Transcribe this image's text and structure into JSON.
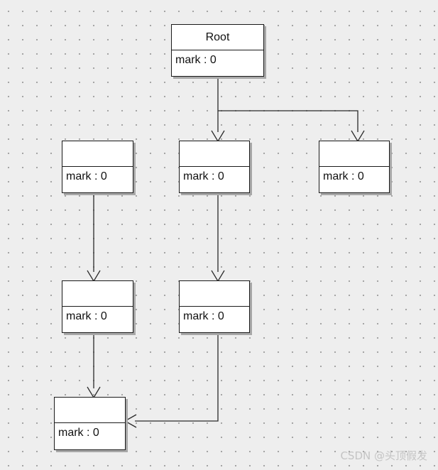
{
  "nodes": [
    {
      "id": "root",
      "name": "Root",
      "attr": "mark : 0"
    },
    {
      "id": "n1",
      "name": "",
      "attr": "mark : 0"
    },
    {
      "id": "n2",
      "name": "",
      "attr": "mark : 0"
    },
    {
      "id": "n3",
      "name": "",
      "attr": "mark : 0"
    },
    {
      "id": "n4",
      "name": "",
      "attr": "mark : 0"
    },
    {
      "id": "n5",
      "name": "",
      "attr": "mark : 0"
    },
    {
      "id": "n6",
      "name": "",
      "attr": "mark : 0"
    }
  ],
  "edges": [
    {
      "from": "root",
      "to": "n2"
    },
    {
      "from": "root",
      "to": "n3"
    },
    {
      "from": "n1",
      "to": "n4"
    },
    {
      "from": "n2",
      "to": "n5"
    },
    {
      "from": "n4",
      "to": "n6"
    },
    {
      "from": "n5",
      "to": "n6"
    }
  ],
  "watermark": "CSDN @头顶假发"
}
